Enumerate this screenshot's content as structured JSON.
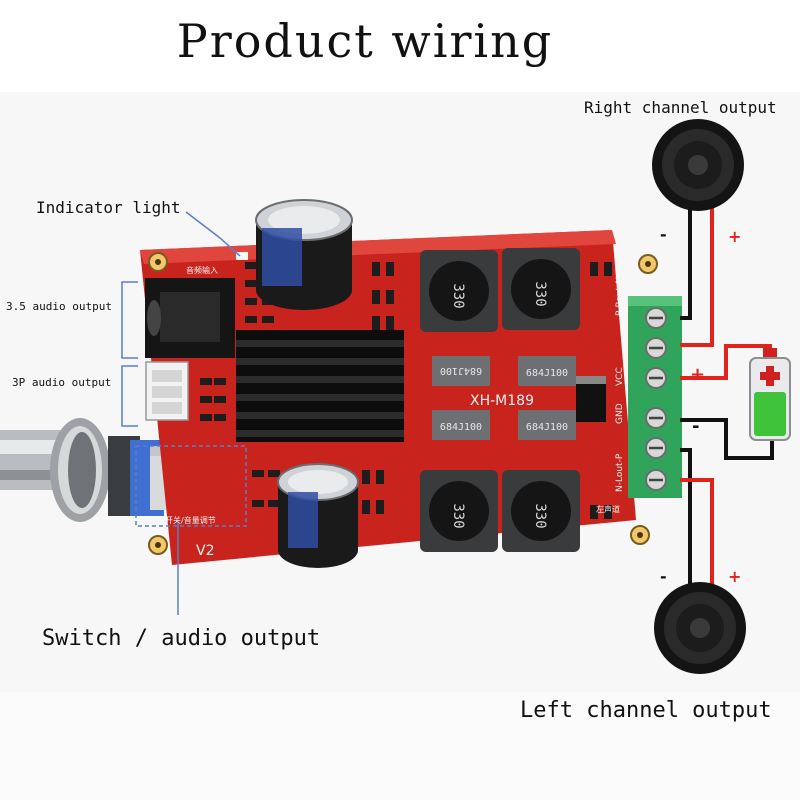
{
  "title": "Product wiring",
  "labels": {
    "right_channel": "Right channel output",
    "left_channel": "Left channel output",
    "indicator": "Indicator light",
    "audio35": "3.5 audio output",
    "audio3p": "3P audio output",
    "switch": "Switch / audio output"
  },
  "board": {
    "model": "XH-M189",
    "version": "V2",
    "inductor": "330",
    "cap_code": "684J100",
    "cap_code_flip": "684J100",
    "cn_input": "音频输入",
    "cn_switch": "开关/音量调节",
    "cn_left": "左声道",
    "terminals": [
      "P-Rout-N",
      "VCC",
      "GND",
      "N-Lout-P"
    ]
  },
  "polarity": {
    "plus": "+",
    "minus": "-"
  },
  "colors": {
    "board": "#c8231c",
    "terminal": "#2fa45a",
    "wire_red": "#e0231c",
    "wire_black": "#111111",
    "battery": "#3ec33a"
  }
}
